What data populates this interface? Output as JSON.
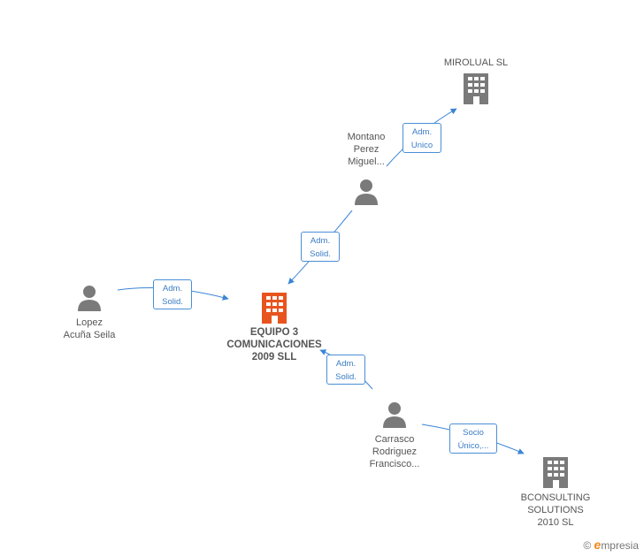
{
  "colors": {
    "edge": "#3a85d6",
    "company": "#7a7a7a",
    "company_main": "#e8541e",
    "person": "#7a7a7a"
  },
  "nodes": {
    "mirolual": {
      "label": "MIROLUAL  SL"
    },
    "montano": {
      "label": "Montano\nPerez\nMiguel..."
    },
    "lopez": {
      "label": "Lopez\nAcuña Seila"
    },
    "equipo": {
      "label": "EQUIPO 3\nCOMUNICACIONES\n2009 SLL"
    },
    "carrasco": {
      "label": "Carrasco\nRodriguez\nFrancisco..."
    },
    "bconsulting": {
      "label": "BCONSULTING\nSOLUTIONS\n2010 SL"
    }
  },
  "edges": {
    "montano_mirolual": "Adm.\nUnico",
    "montano_equipo": "Adm.\nSolid.",
    "lopez_equipo": "Adm.\nSolid.",
    "carrasco_equipo": "Adm.\nSolid.",
    "carrasco_bconsulting": "Socio\nÚnico,..."
  },
  "brand": {
    "copyright": "©",
    "name": "mpresia",
    "initial": "e"
  }
}
